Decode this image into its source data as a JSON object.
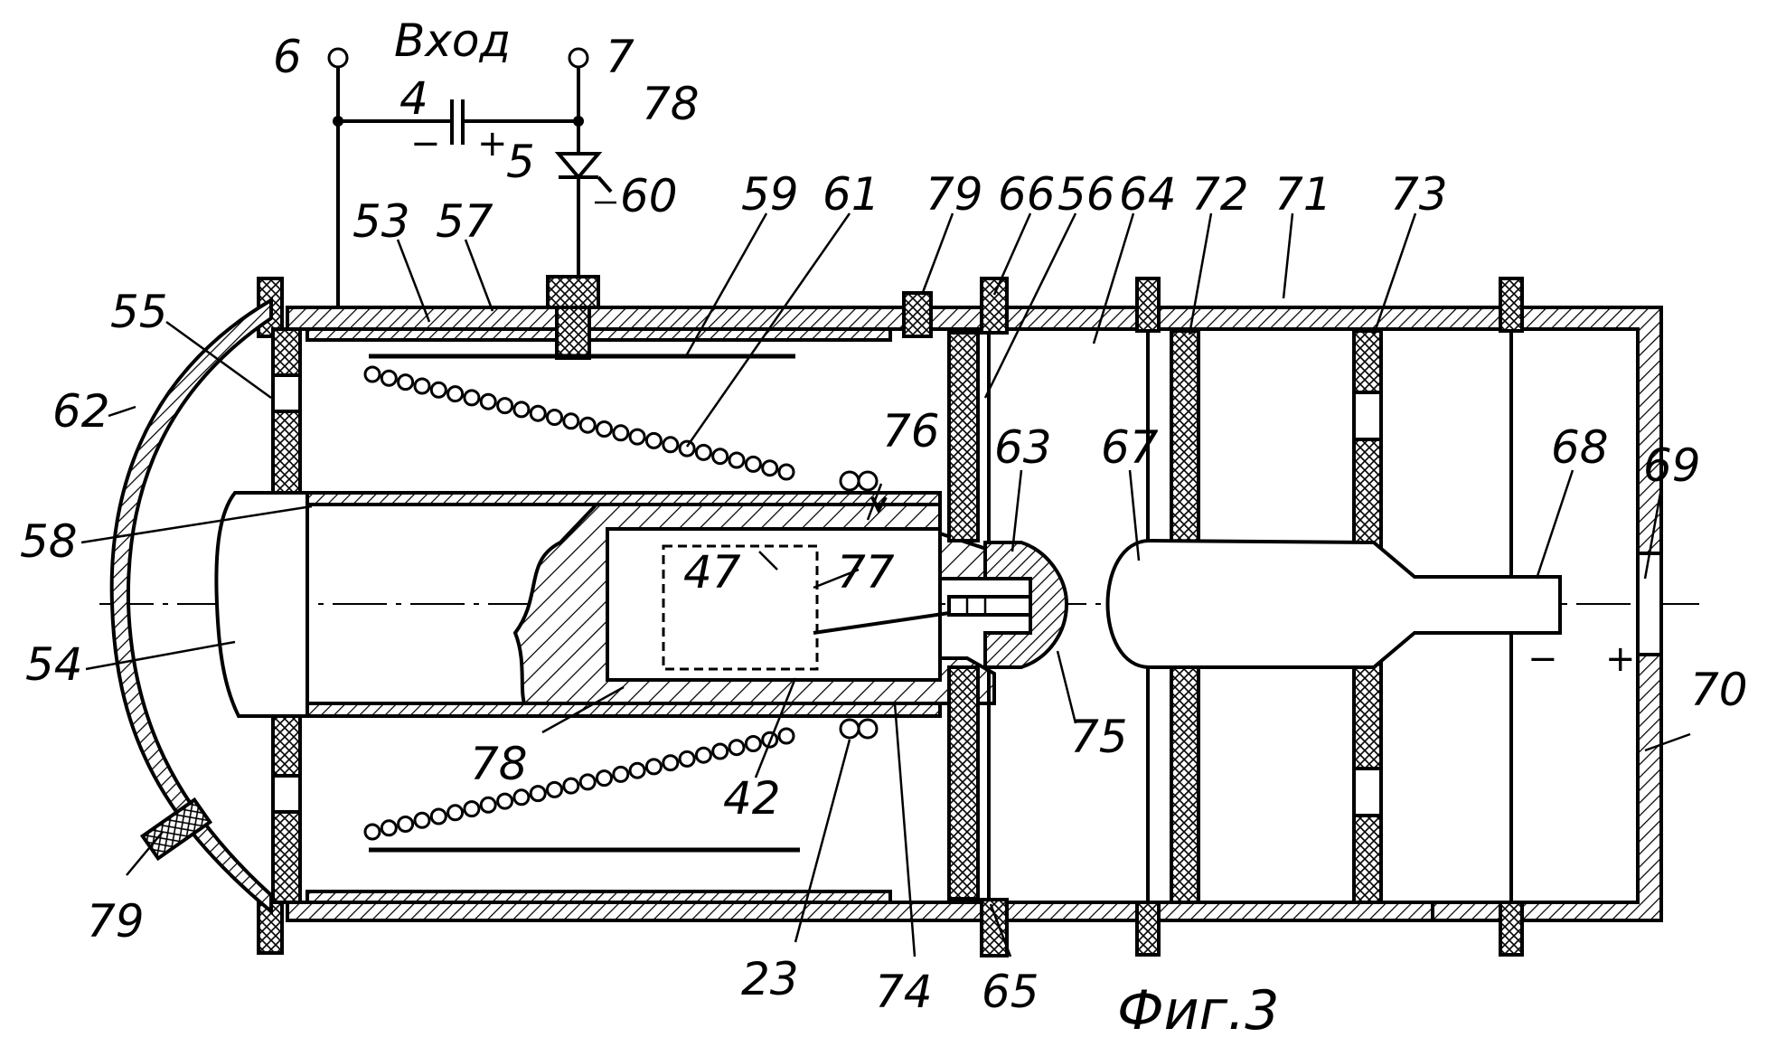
{
  "figure": {
    "caption": "Фиг.3",
    "input_label": "Вход",
    "terminal_minus": "−",
    "terminal_plus": "+",
    "output_minus": "−",
    "output_plus": "+"
  },
  "labels": {
    "l6": "6",
    "l7": "7",
    "l4": "4",
    "l5": "5",
    "l78_top": "78",
    "l60": "60",
    "l53": "53",
    "l57": "57",
    "l59": "59",
    "l61": "61",
    "l79_top": "79",
    "l66": "66",
    "l56": "56",
    "l64": "64",
    "l72": "72",
    "l71": "71",
    "l73": "73",
    "l55": "55",
    "l62": "62",
    "l58": "58",
    "l54": "54",
    "l76": "76",
    "l63": "63",
    "l67": "67",
    "l68": "68",
    "l69": "69",
    "l47": "47",
    "l77": "77",
    "l75": "75",
    "l70": "70",
    "l78_bot": "78",
    "l42": "42",
    "l79_bot": "79",
    "l23": "23",
    "l74": "74",
    "l65": "65"
  }
}
